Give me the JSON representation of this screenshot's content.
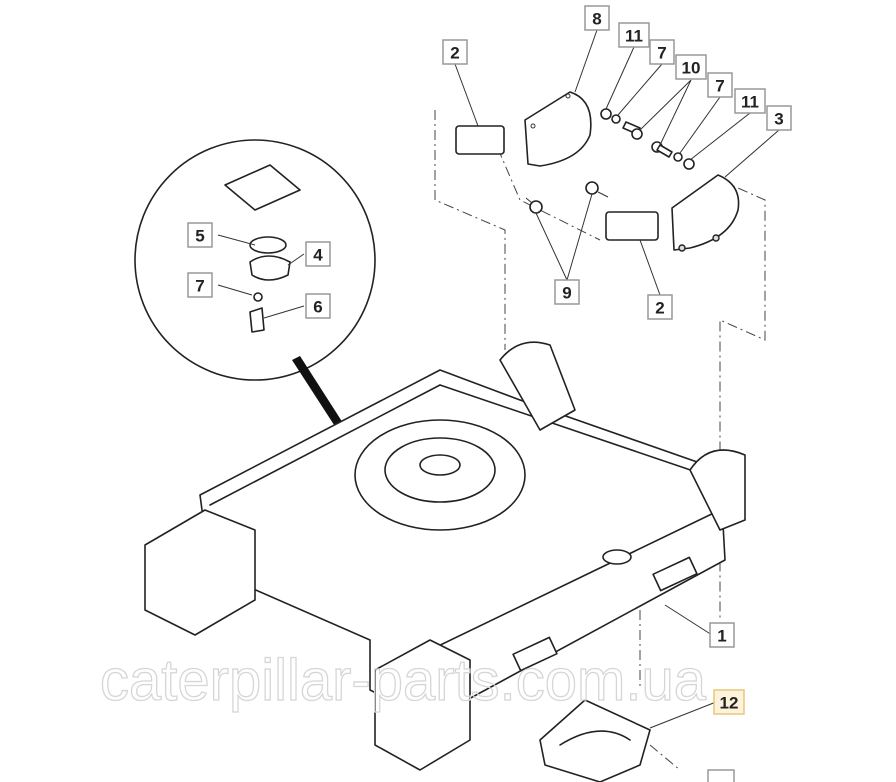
{
  "diagram": {
    "title": "Caterpillar lower frame / swing bearing parts diagram",
    "callouts": [
      {
        "id": "c8",
        "text": "8"
      },
      {
        "id": "c11a",
        "text": "11"
      },
      {
        "id": "c7a",
        "text": "7"
      },
      {
        "id": "c10",
        "text": "10"
      },
      {
        "id": "c7b",
        "text": "7"
      },
      {
        "id": "c11b",
        "text": "11"
      },
      {
        "id": "c3",
        "text": "3"
      },
      {
        "id": "c2a",
        "text": "2"
      },
      {
        "id": "c9",
        "text": "9"
      },
      {
        "id": "c2b",
        "text": "2"
      },
      {
        "id": "c5",
        "text": "5"
      },
      {
        "id": "c4",
        "text": "4"
      },
      {
        "id": "c7c",
        "text": "7"
      },
      {
        "id": "c6",
        "text": "6"
      },
      {
        "id": "c1",
        "text": "1"
      },
      {
        "id": "c12",
        "text": "12",
        "highlighted": true
      }
    ],
    "watermark": "caterpillar-parts.com.ua",
    "highlight_color": "#fdf3dc"
  }
}
